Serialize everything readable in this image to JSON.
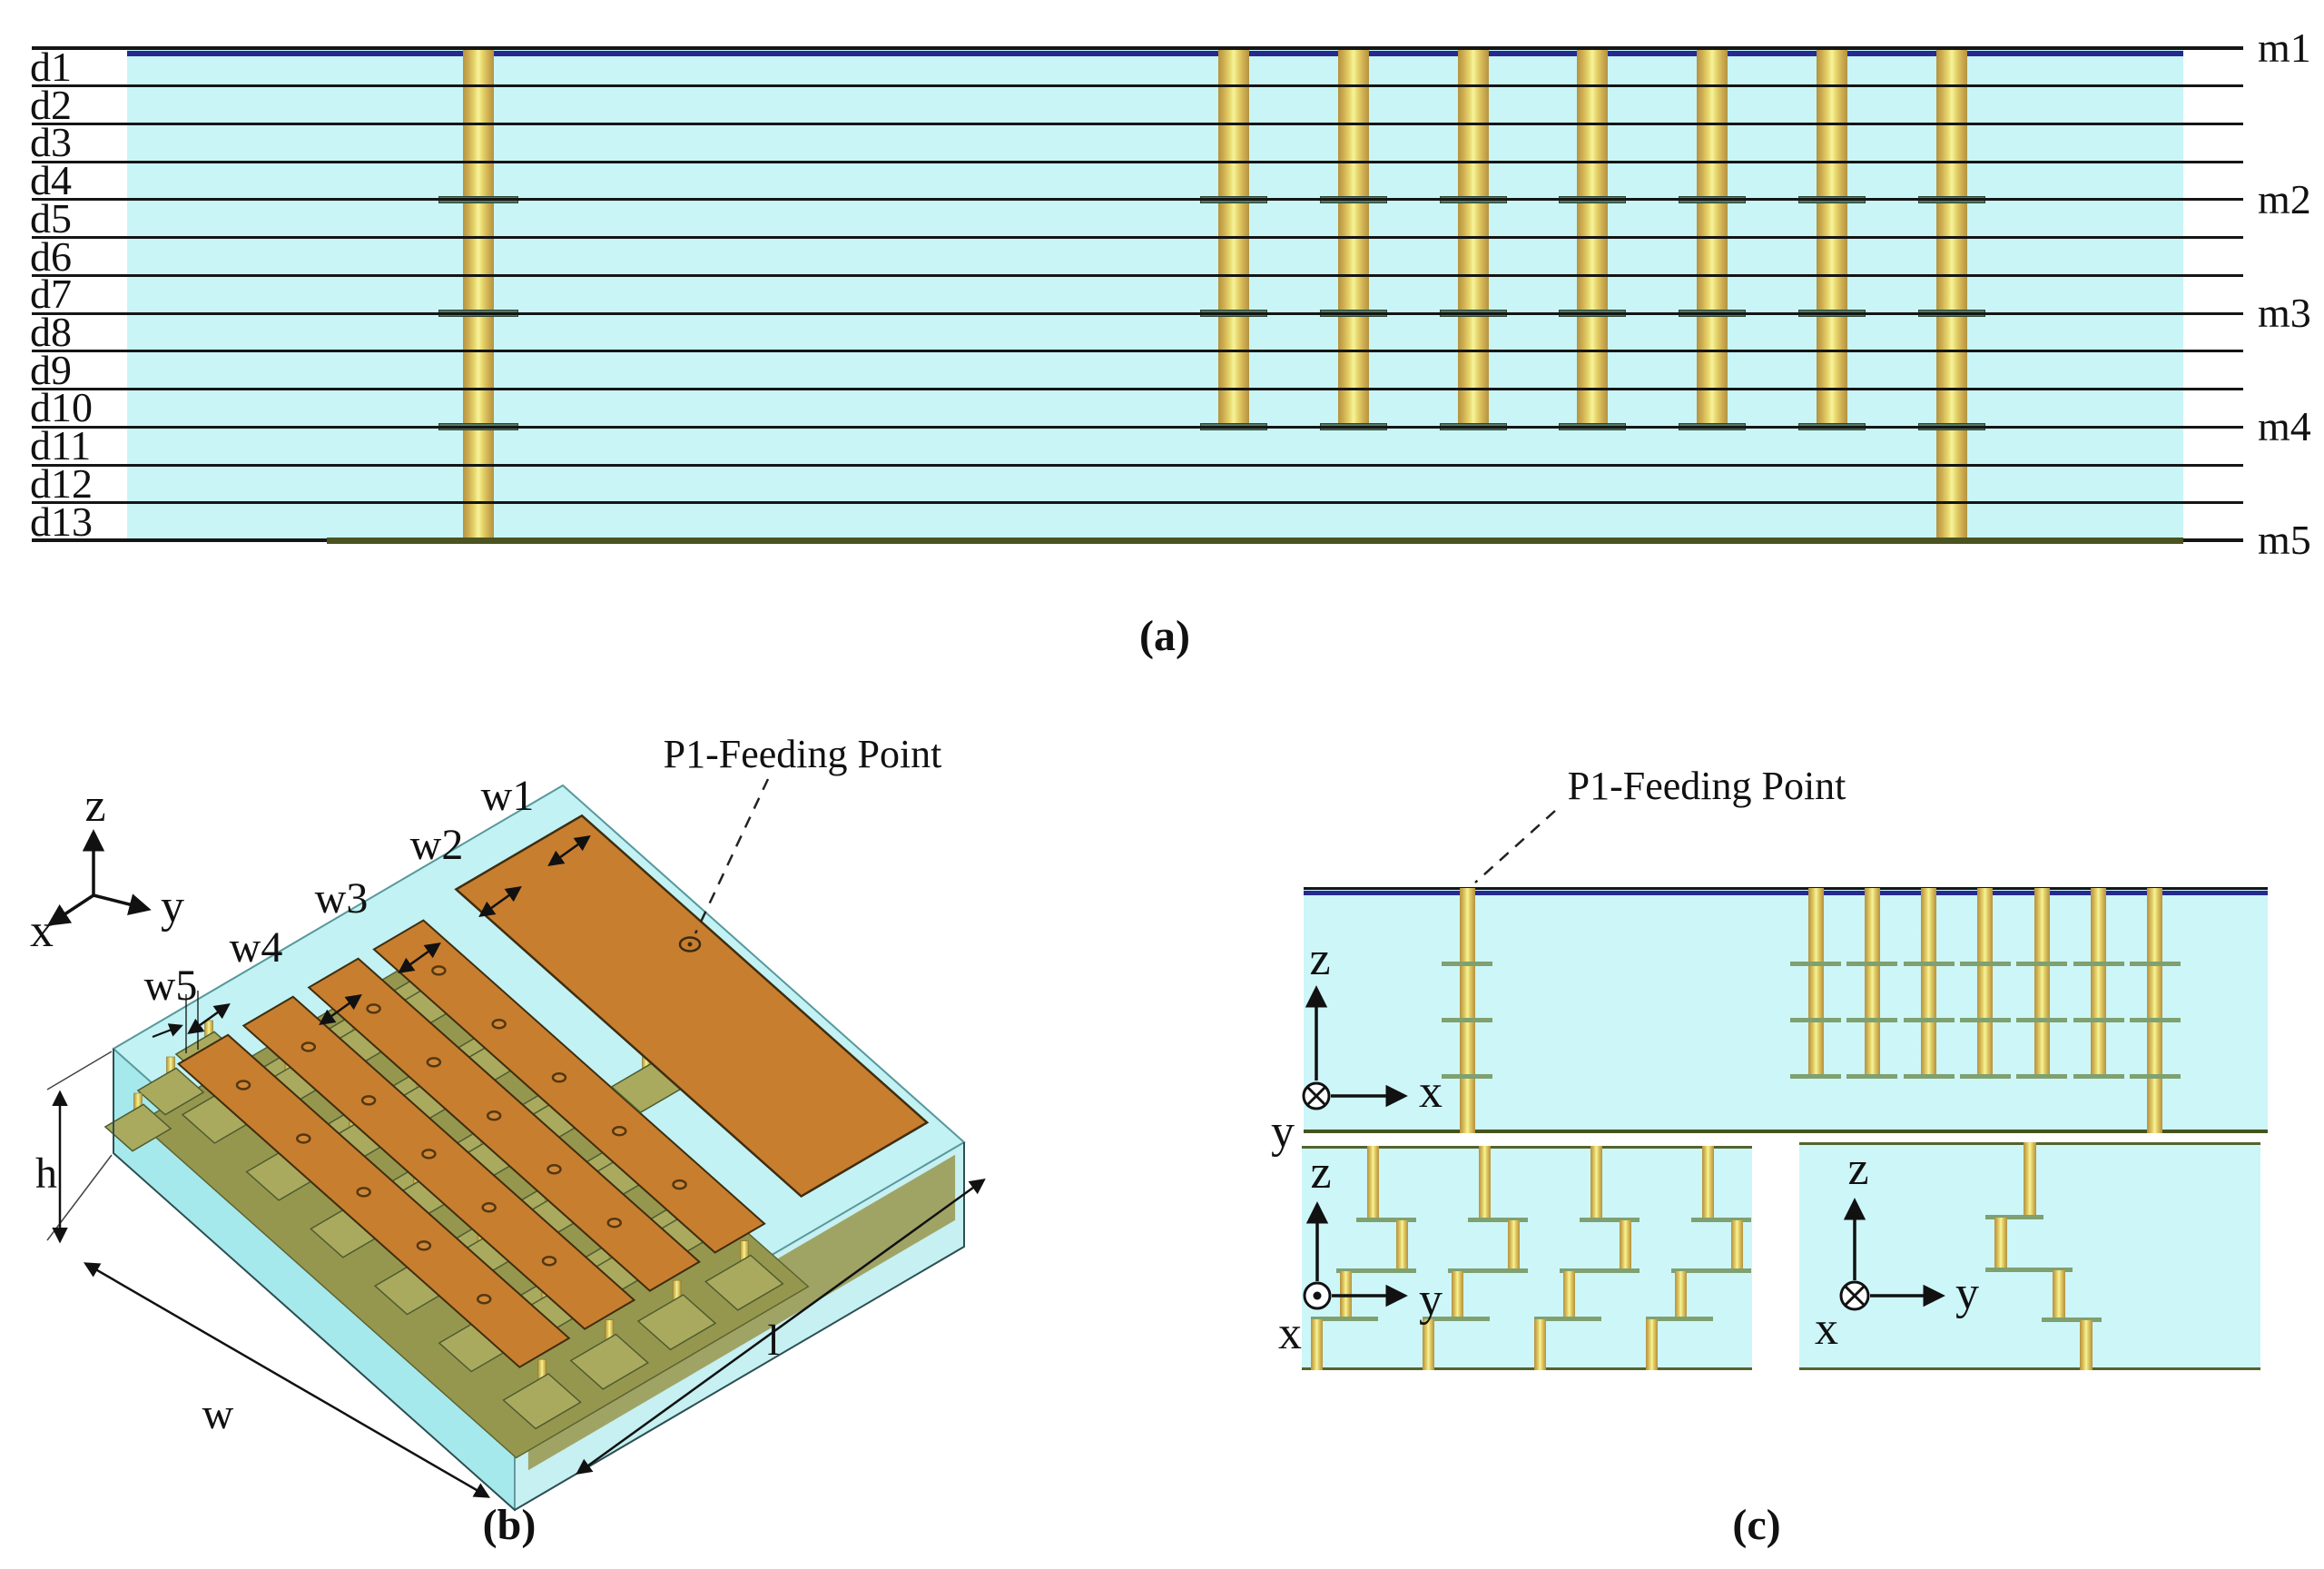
{
  "colors": {
    "substrate_cyan": "#c9f5f7",
    "via_gold": "#e8d86e",
    "metal_orange": "#c87e2f",
    "ground_khaki": "#96974e",
    "top_metal_navy": "#262a8f",
    "line_black": "#151515"
  },
  "panel_a": {
    "caption": "(a)",
    "dielectric_labels": [
      "d1",
      "d2",
      "d3",
      "d4",
      "d5",
      "d6",
      "d7",
      "d8",
      "d9",
      "d10",
      "d11",
      "d12",
      "d13"
    ],
    "metal_labels": [
      "m1",
      "m2",
      "m3",
      "m4",
      "m5"
    ]
  },
  "panel_b": {
    "caption": "(b)",
    "feed_label": "P1-Feeding Point",
    "axes": {
      "z": "z",
      "y": "y",
      "x": "x"
    },
    "width_labels": [
      "w1",
      "w2",
      "w3",
      "w4",
      "w5"
    ],
    "height_label": "h",
    "width_label": "w",
    "length_label": "l"
  },
  "panel_c": {
    "caption": "(c)",
    "feed_label": "P1-Feeding Point",
    "top_view_axes": {
      "z": "z",
      "x": "x",
      "y": "y"
    },
    "bottom_left_axes": {
      "z": "z",
      "y": "y",
      "x": "x"
    },
    "bottom_right_axes": {
      "z": "z",
      "y": "y",
      "x": "x"
    }
  }
}
